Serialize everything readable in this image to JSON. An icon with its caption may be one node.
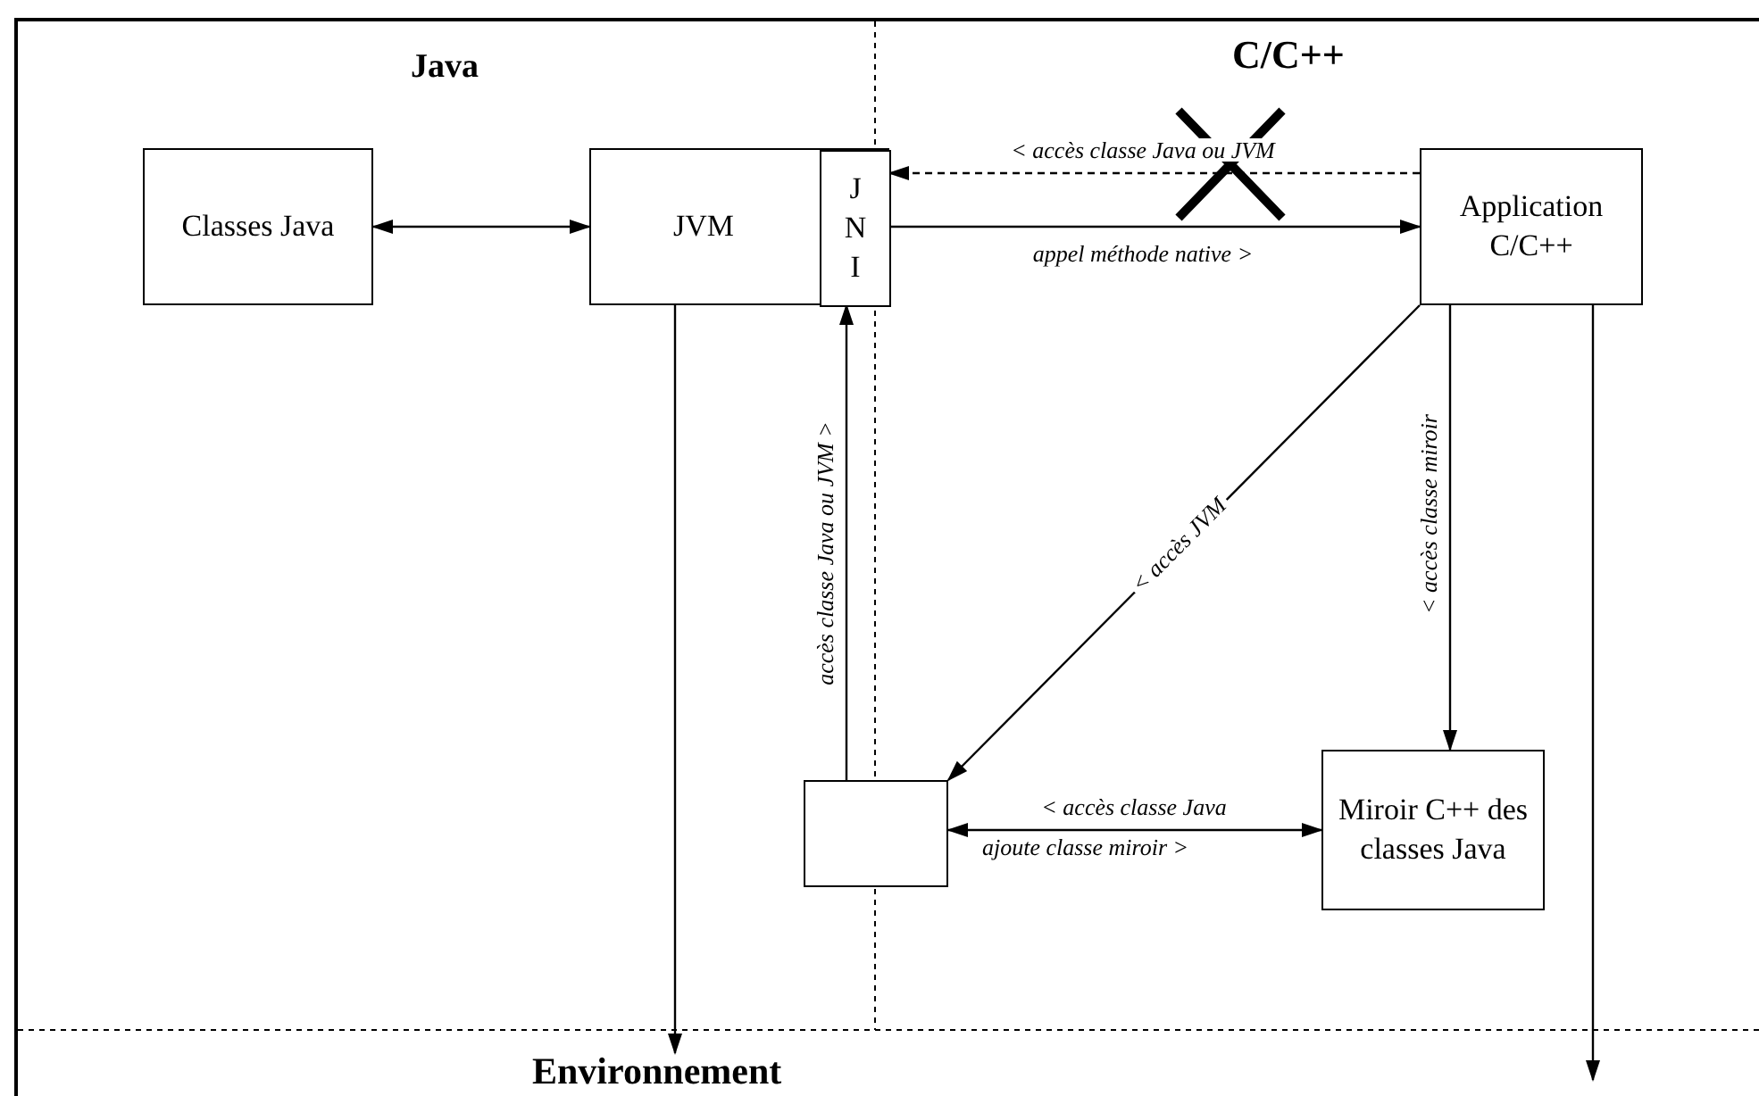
{
  "diagram": {
    "nodes": [
      {
        "text": [
          "Classes Java"
        ]
      },
      {
        "text": [
          "JVM"
        ]
      },
      {
        "text": [
          "JNI"
        ],
        "in": 1
      },
      {
        "text": [
          "Application C/C++"
        ]
      },
      {
        "text": [],
        "shape": "box"
      },
      {
        "text": [
          "Miroir C++ des classes Java"
        ]
      },
      {
        "text": [
          "Environnement"
        ]
      }
    ],
    "edges": [
      {
        "from": 0,
        "to": 1,
        "arrow": "both"
      },
      {
        "from": 3,
        "to": 2,
        "arrow": "to",
        "style": "dashed",
        "label": "< accès classe Java ou JVM"
      },
      {
        "from": 2,
        "to": 3,
        "arrow": "to",
        "label": "appel méthode native >"
      },
      {
        "from": 4,
        "to": 2,
        "arrow": "to",
        "label": "accès classe Java ou JVM >"
      },
      {
        "from": 3,
        "to": 4,
        "arrow": "to",
        "label": "< accès JVM"
      },
      {
        "from": 3,
        "to": 5,
        "arrow": "to",
        "label": "< accès classe miroir"
      },
      {
        "from": 4,
        "to": 5,
        "arrow": "both",
        "label": "< accès classe Java"
      },
      {
        "from": 1,
        "to": 6,
        "arrow": "to"
      },
      {
        "from": 3,
        "to": null,
        "arrow": "to"
      }
    ],
    "labels": [
      "Java",
      "C/C++",
      "ajoute classe miroir >"
    ]
  }
}
